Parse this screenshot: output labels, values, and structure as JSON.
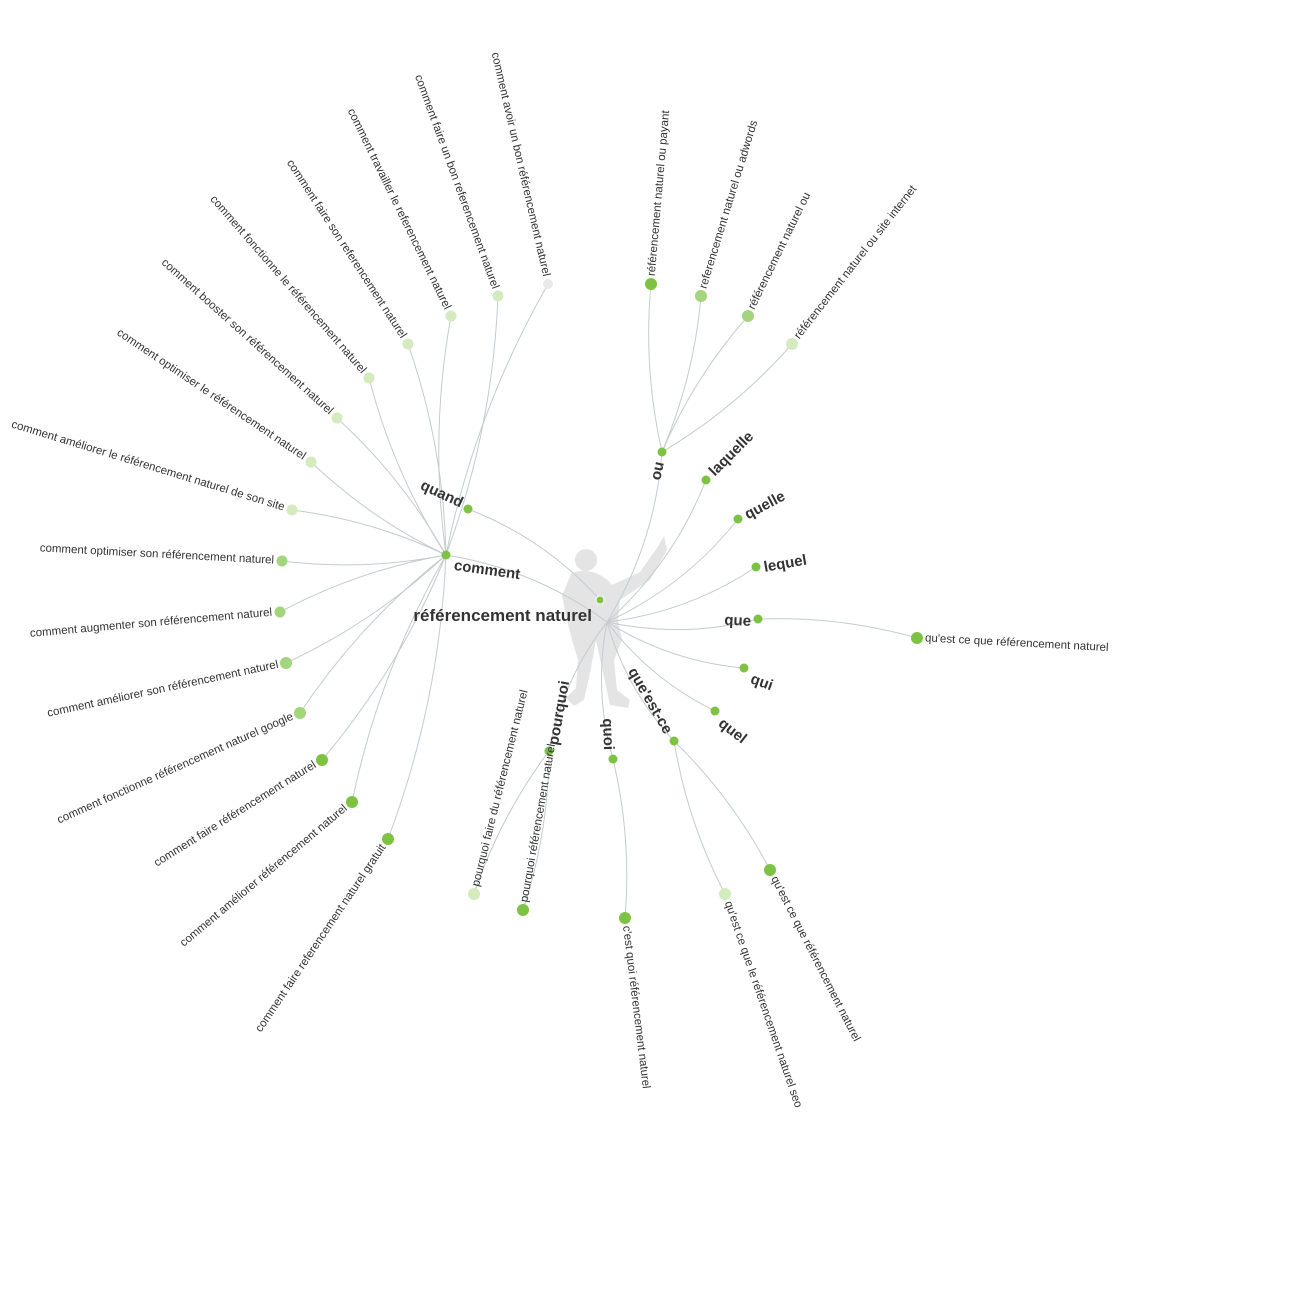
{
  "root": "référencement naturel",
  "palette": {
    "strong": "#7dc243",
    "medium": "#a3d57c",
    "light": "#d3ebbd",
    "pale": "#e9e9e9",
    "link": "#c4cbcf",
    "silhouette": "#e4e4e4"
  },
  "silhouette_icon": "thinking-man-silhouette",
  "branches": [
    {
      "label": "comment",
      "leaves": [
        {
          "label": "comment avoir un bon référencement naturel",
          "strength": "pale"
        },
        {
          "label": "comment faire un bon referencement naturel",
          "strength": "light"
        },
        {
          "label": "comment travailler le referencement naturel",
          "strength": "light"
        },
        {
          "label": "comment faire son referencement naturel",
          "strength": "light"
        },
        {
          "label": "comment fonctionne le référencement naturel",
          "strength": "light"
        },
        {
          "label": "comment booster son référencement naturel",
          "strength": "light"
        },
        {
          "label": "comment optimiser le référencement naturel",
          "strength": "light"
        },
        {
          "label": "comment améliorer le référencement naturel de son site",
          "strength": "light"
        },
        {
          "label": "comment optimiser son référencement naturel",
          "strength": "medium"
        },
        {
          "label": "comment augmenter son référencement naturel",
          "strength": "medium"
        },
        {
          "label": "comment améliorer son référencement naturel",
          "strength": "medium"
        },
        {
          "label": "comment fonctionne référencement naturel google",
          "strength": "medium"
        },
        {
          "label": "comment faire référencement naturel",
          "strength": "strong"
        },
        {
          "label": "comment améliorer référencement naturel",
          "strength": "strong"
        },
        {
          "label": "comment faire referencement naturel gratuit",
          "strength": "strong"
        }
      ]
    },
    {
      "label": "quand",
      "leaves": []
    },
    {
      "label": "ou",
      "leaves": [
        {
          "label": "référencement naturel ou payant",
          "strength": "strong"
        },
        {
          "label": "referencement naturel ou adwords",
          "strength": "medium"
        },
        {
          "label": "référencement naturel ou",
          "strength": "medium"
        },
        {
          "label": "référencement naturel ou site internet",
          "strength": "light"
        }
      ]
    },
    {
      "label": "laquelle",
      "leaves": []
    },
    {
      "label": "quelle",
      "leaves": []
    },
    {
      "label": "lequel",
      "leaves": []
    },
    {
      "label": "que",
      "leaves": [
        {
          "label": "qu'est ce que référencement naturel",
          "strength": "strong"
        }
      ]
    },
    {
      "label": "qui",
      "leaves": []
    },
    {
      "label": "quel",
      "leaves": []
    },
    {
      "label": "que'est-ce",
      "leaves": [
        {
          "label": "qu'est ce que référencement naturel",
          "strength": "strong"
        },
        {
          "label": "qu'est ce que le référencement naturel seo",
          "strength": "light"
        }
      ]
    },
    {
      "label": "quoi",
      "leaves": [
        {
          "label": "c'est quoi référencement naturel",
          "strength": "strong"
        }
      ]
    },
    {
      "label": "pourquoi",
      "leaves": [
        {
          "label": "pourquoi référencement naturel",
          "strength": "strong"
        },
        {
          "label": "pourquoi faire du référencement naturel",
          "strength": "light"
        }
      ]
    }
  ]
}
